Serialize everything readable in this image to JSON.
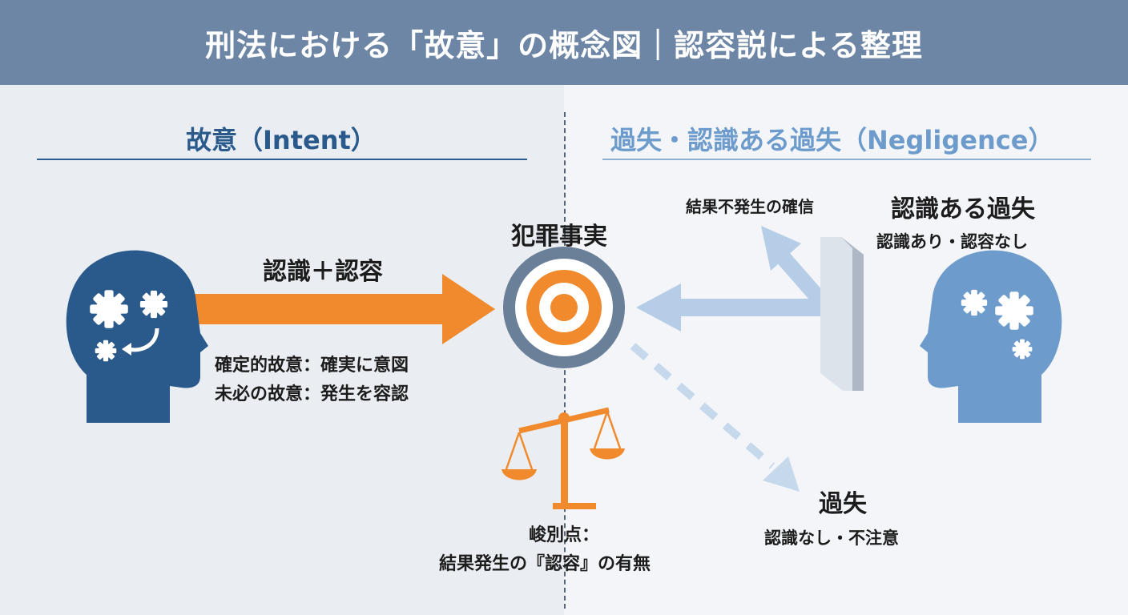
{
  "header": {
    "title": "刑法における「故意」の概念図｜認容説による整理"
  },
  "left": {
    "title": "故意（Intent）",
    "arrow_label": "認識＋認容",
    "def_line1": "確定的故意：確実に意図",
    "def_line2": "未必の故意：発生を容認"
  },
  "center": {
    "target_label": "犯罪事実",
    "criterion_line1": "峻別点：",
    "criterion_line2": "結果発生の『認容』の有無"
  },
  "right": {
    "title": "過失・認識ある過失（Negligence）",
    "certainty_label": "結果不発生の確信",
    "aware_title": "認識ある過失",
    "aware_desc": "認識あり・認容なし",
    "negligence_title": "過失",
    "negligence_desc": "認識なし・不注意"
  },
  "colors": {
    "header_bg": "#6d86a6",
    "intent_blue": "#2a5a8c",
    "negligence_blue": "#6d9ccc",
    "accent_orange": "#f08a2c",
    "target_ring": "#6a7f98"
  }
}
